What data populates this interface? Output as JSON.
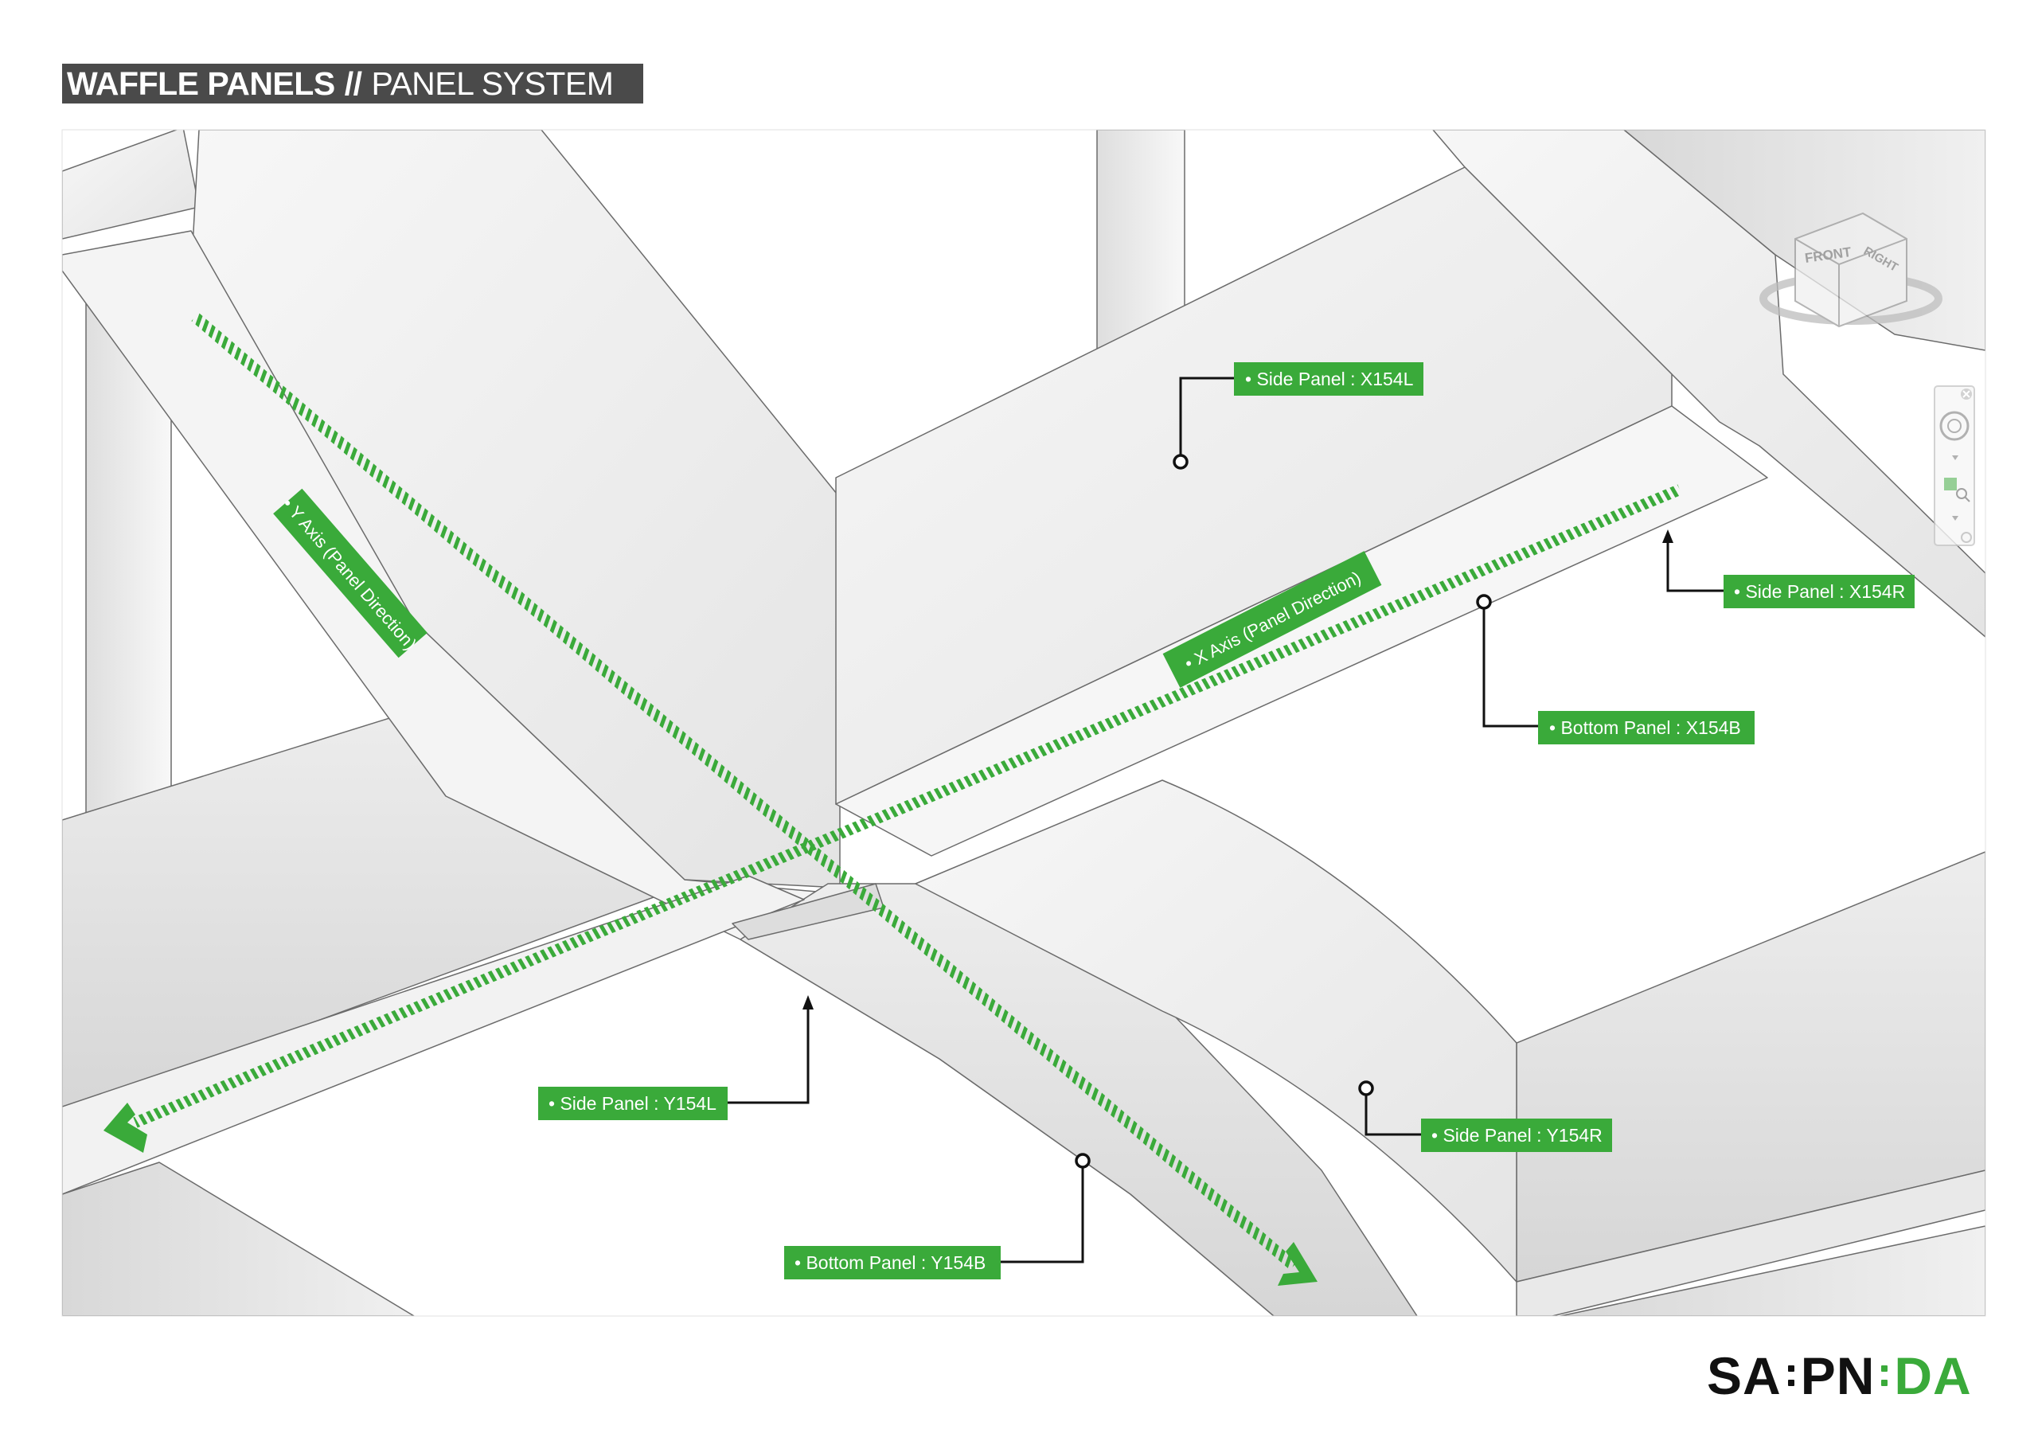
{
  "title": {
    "bold": "WAFFLE PANELS",
    "separator": "//",
    "light": "PANEL SYSTEM"
  },
  "axes": {
    "y_axis": "• Y Axis (Panel Direction)",
    "x_axis": "• X Axis (Panel Direction)"
  },
  "callouts": {
    "side_x154l": "• Side Panel : X154L",
    "side_x154r": "• Side Panel : X154R",
    "bottom_x154b": "• Bottom Panel : X154B",
    "side_y154l": "• Side Panel : Y154L",
    "side_y154r": "• Side Panel : Y154R",
    "bottom_y154b": "• Bottom Panel : Y154B"
  },
  "viewcube": {
    "front": "FRONT",
    "right": "RIGHT"
  },
  "logo": {
    "part1": "SA",
    "part2": "PN",
    "part3": "DA"
  },
  "colors": {
    "accent_green": "#3aaa3a",
    "title_bg": "#4a4a4a",
    "panel_light": "#f3f3f3",
    "panel_mid": "#e2e2e2",
    "panel_dark": "#cfcfcf"
  },
  "icons": [
    "viewcube-icon",
    "steering-wheel-icon",
    "zoom-icon",
    "close-icon",
    "navigation-bar-icon"
  ]
}
